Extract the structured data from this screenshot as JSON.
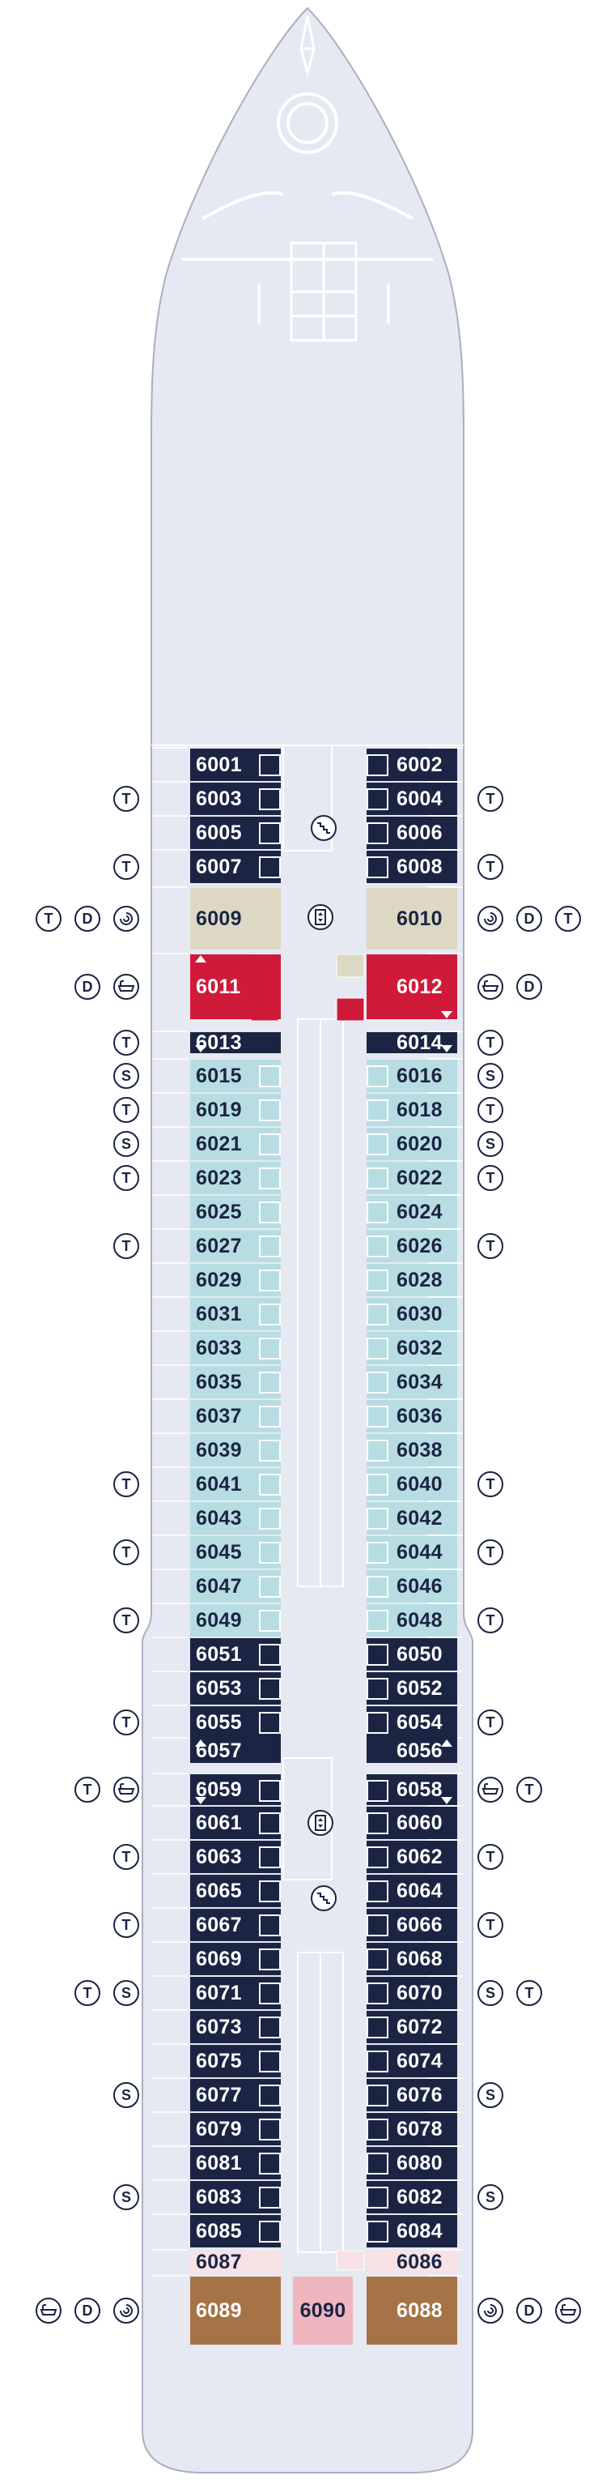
{
  "colors": {
    "navy": "#1b2543",
    "light_blue": "#b7dde2",
    "beige": "#ddd8c4",
    "red": "#d01a3a",
    "light_pink": "#f8e2e5",
    "pink": "#efb6c0",
    "brown": "#a57346",
    "hull": "#e6e9f1",
    "outline": "#a9afc2"
  },
  "legend_icons": {
    "T": "third-berth-symbol",
    "S": "sofa-bed-symbol",
    "D": "connecting-door-symbol",
    "bath": "bathtub-icon",
    "spa": "spa-swirl-icon"
  },
  "icon_letters": {
    "T": "T",
    "S": "S",
    "D": "D"
  },
  "facilities": {
    "elevators": "elevator-icon",
    "stairs": "stairs-icon"
  },
  "cabins": [
    {
      "n": "6001",
      "s": "L",
      "row": 0,
      "c": "navy"
    },
    {
      "n": "6003",
      "s": "L",
      "row": 1,
      "c": "navy"
    },
    {
      "n": "6005",
      "s": "L",
      "row": 2,
      "c": "navy"
    },
    {
      "n": "6007",
      "s": "L",
      "row": 3,
      "c": "navy"
    },
    {
      "n": "6009",
      "s": "L",
      "row": 4,
      "c": "beige"
    },
    {
      "n": "6011",
      "s": "L",
      "row": 5,
      "c": "red"
    },
    {
      "n": "6013",
      "s": "L",
      "row": 6,
      "c": "navy"
    },
    {
      "n": "6015",
      "s": "L",
      "row": 7,
      "c": "light_blue"
    },
    {
      "n": "6019",
      "s": "L",
      "row": 8,
      "c": "light_blue"
    },
    {
      "n": "6021",
      "s": "L",
      "row": 9,
      "c": "light_blue"
    },
    {
      "n": "6023",
      "s": "L",
      "row": 10,
      "c": "light_blue"
    },
    {
      "n": "6025",
      "s": "L",
      "row": 11,
      "c": "light_blue"
    },
    {
      "n": "6027",
      "s": "L",
      "row": 12,
      "c": "light_blue"
    },
    {
      "n": "6029",
      "s": "L",
      "row": 13,
      "c": "light_blue"
    },
    {
      "n": "6031",
      "s": "L",
      "row": 14,
      "c": "light_blue"
    },
    {
      "n": "6033",
      "s": "L",
      "row": 15,
      "c": "light_blue"
    },
    {
      "n": "6035",
      "s": "L",
      "row": 16,
      "c": "light_blue"
    },
    {
      "n": "6037",
      "s": "L",
      "row": 17,
      "c": "light_blue"
    },
    {
      "n": "6039",
      "s": "L",
      "row": 18,
      "c": "light_blue"
    },
    {
      "n": "6041",
      "s": "L",
      "row": 19,
      "c": "light_blue"
    },
    {
      "n": "6043",
      "s": "L",
      "row": 20,
      "c": "light_blue"
    },
    {
      "n": "6045",
      "s": "L",
      "row": 21,
      "c": "light_blue"
    },
    {
      "n": "6047",
      "s": "L",
      "row": 22,
      "c": "light_blue"
    },
    {
      "n": "6049",
      "s": "L",
      "row": 23,
      "c": "light_blue"
    },
    {
      "n": "6051",
      "s": "L",
      "row": 24,
      "c": "navy"
    },
    {
      "n": "6053",
      "s": "L",
      "row": 25,
      "c": "navy"
    },
    {
      "n": "6055",
      "s": "L",
      "row": 26,
      "c": "navy"
    },
    {
      "n": "6057",
      "s": "L",
      "row": 27,
      "c": "navy"
    },
    {
      "n": "6059",
      "s": "L",
      "row": 28,
      "c": "navy"
    },
    {
      "n": "6061",
      "s": "L",
      "row": 29,
      "c": "navy"
    },
    {
      "n": "6063",
      "s": "L",
      "row": 30,
      "c": "navy"
    },
    {
      "n": "6065",
      "s": "L",
      "row": 31,
      "c": "navy"
    },
    {
      "n": "6067",
      "s": "L",
      "row": 32,
      "c": "navy"
    },
    {
      "n": "6069",
      "s": "L",
      "row": 33,
      "c": "navy"
    },
    {
      "n": "6071",
      "s": "L",
      "row": 34,
      "c": "navy"
    },
    {
      "n": "6073",
      "s": "L",
      "row": 35,
      "c": "navy"
    },
    {
      "n": "6075",
      "s": "L",
      "row": 36,
      "c": "navy"
    },
    {
      "n": "6077",
      "s": "L",
      "row": 37,
      "c": "navy"
    },
    {
      "n": "6079",
      "s": "L",
      "row": 38,
      "c": "navy"
    },
    {
      "n": "6081",
      "s": "L",
      "row": 39,
      "c": "navy"
    },
    {
      "n": "6083",
      "s": "L",
      "row": 40,
      "c": "navy"
    },
    {
      "n": "6085",
      "s": "L",
      "row": 41,
      "c": "navy"
    },
    {
      "n": "6087",
      "s": "L",
      "row": 42,
      "c": "light_pink"
    },
    {
      "n": "6089",
      "s": "L",
      "row": 43,
      "c": "brown"
    },
    {
      "n": "6002",
      "s": "R",
      "row": 0,
      "c": "navy"
    },
    {
      "n": "6004",
      "s": "R",
      "row": 1,
      "c": "navy"
    },
    {
      "n": "6006",
      "s": "R",
      "row": 2,
      "c": "navy"
    },
    {
      "n": "6008",
      "s": "R",
      "row": 3,
      "c": "navy"
    },
    {
      "n": "6010",
      "s": "R",
      "row": 4,
      "c": "beige"
    },
    {
      "n": "6012",
      "s": "R",
      "row": 5,
      "c": "red"
    },
    {
      "n": "6014",
      "s": "R",
      "row": 6,
      "c": "navy"
    },
    {
      "n": "6016",
      "s": "R",
      "row": 7,
      "c": "light_blue"
    },
    {
      "n": "6018",
      "s": "R",
      "row": 8,
      "c": "light_blue"
    },
    {
      "n": "6020",
      "s": "R",
      "row": 9,
      "c": "light_blue"
    },
    {
      "n": "6022",
      "s": "R",
      "row": 10,
      "c": "light_blue"
    },
    {
      "n": "6024",
      "s": "R",
      "row": 11,
      "c": "light_blue"
    },
    {
      "n": "6026",
      "s": "R",
      "row": 12,
      "c": "light_blue"
    },
    {
      "n": "6028",
      "s": "R",
      "row": 13,
      "c": "light_blue"
    },
    {
      "n": "6030",
      "s": "R",
      "row": 14,
      "c": "light_blue"
    },
    {
      "n": "6032",
      "s": "R",
      "row": 15,
      "c": "light_blue"
    },
    {
      "n": "6034",
      "s": "R",
      "row": 16,
      "c": "light_blue"
    },
    {
      "n": "6036",
      "s": "R",
      "row": 17,
      "c": "light_blue"
    },
    {
      "n": "6038",
      "s": "R",
      "row": 18,
      "c": "light_blue"
    },
    {
      "n": "6040",
      "s": "R",
      "row": 19,
      "c": "light_blue"
    },
    {
      "n": "6042",
      "s": "R",
      "row": 20,
      "c": "light_blue"
    },
    {
      "n": "6044",
      "s": "R",
      "row": 21,
      "c": "light_blue"
    },
    {
      "n": "6046",
      "s": "R",
      "row": 22,
      "c": "light_blue"
    },
    {
      "n": "6048",
      "s": "R",
      "row": 23,
      "c": "light_blue"
    },
    {
      "n": "6050",
      "s": "R",
      "row": 24,
      "c": "navy"
    },
    {
      "n": "6052",
      "s": "R",
      "row": 25,
      "c": "navy"
    },
    {
      "n": "6054",
      "s": "R",
      "row": 26,
      "c": "navy"
    },
    {
      "n": "6056",
      "s": "R",
      "row": 27,
      "c": "navy"
    },
    {
      "n": "6058",
      "s": "R",
      "row": 28,
      "c": "navy"
    },
    {
      "n": "6060",
      "s": "R",
      "row": 29,
      "c": "navy"
    },
    {
      "n": "6062",
      "s": "R",
      "row": 30,
      "c": "navy"
    },
    {
      "n": "6064",
      "s": "R",
      "row": 31,
      "c": "navy"
    },
    {
      "n": "6066",
      "s": "R",
      "row": 32,
      "c": "navy"
    },
    {
      "n": "6068",
      "s": "R",
      "row": 33,
      "c": "navy"
    },
    {
      "n": "6070",
      "s": "R",
      "row": 34,
      "c": "navy"
    },
    {
      "n": "6072",
      "s": "R",
      "row": 35,
      "c": "navy"
    },
    {
      "n": "6074",
      "s": "R",
      "row": 36,
      "c": "navy"
    },
    {
      "n": "6076",
      "s": "R",
      "row": 37,
      "c": "navy"
    },
    {
      "n": "6078",
      "s": "R",
      "row": 38,
      "c": "navy"
    },
    {
      "n": "6080",
      "s": "R",
      "row": 39,
      "c": "navy"
    },
    {
      "n": "6082",
      "s": "R",
      "row": 40,
      "c": "navy"
    },
    {
      "n": "6084",
      "s": "R",
      "row": 41,
      "c": "navy"
    },
    {
      "n": "6086",
      "s": "R",
      "row": 42,
      "c": "light_pink"
    },
    {
      "n": "6088",
      "s": "R",
      "row": 43,
      "c": "brown"
    },
    {
      "n": "6090",
      "s": "C",
      "row": 43,
      "c": "pink"
    }
  ],
  "cabin_markers": [
    {
      "n": "6011",
      "dir": "up"
    },
    {
      "n": "6012",
      "dir": "down"
    },
    {
      "n": "6013",
      "dir": "down"
    },
    {
      "n": "6014",
      "dir": "down"
    },
    {
      "n": "6057",
      "dir": "up"
    },
    {
      "n": "6056",
      "dir": "up"
    },
    {
      "n": "6059",
      "dir": "down"
    },
    {
      "n": "6058",
      "dir": "down"
    }
  ],
  "annotations": [
    {
      "row": 1,
      "s": "L",
      "icons": [
        "T"
      ]
    },
    {
      "row": 1,
      "s": "R",
      "icons": [
        "T"
      ]
    },
    {
      "row": 3,
      "s": "L",
      "icons": [
        "T"
      ]
    },
    {
      "row": 3,
      "s": "R",
      "icons": [
        "T"
      ]
    },
    {
      "row": 4,
      "s": "L",
      "icons": [
        "T",
        "D",
        "spa"
      ]
    },
    {
      "row": 4,
      "s": "R",
      "icons": [
        "spa",
        "D",
        "T"
      ]
    },
    {
      "row": 5,
      "s": "L",
      "icons": [
        "D",
        "bath"
      ]
    },
    {
      "row": 5,
      "s": "R",
      "icons": [
        "bath",
        "D"
      ]
    },
    {
      "row": 6,
      "s": "L",
      "icons": [
        "T"
      ]
    },
    {
      "row": 6,
      "s": "R",
      "icons": [
        "T"
      ]
    },
    {
      "row": 7,
      "s": "L",
      "icons": [
        "S"
      ]
    },
    {
      "row": 7,
      "s": "R",
      "icons": [
        "S"
      ]
    },
    {
      "row": 8,
      "s": "L",
      "icons": [
        "T"
      ]
    },
    {
      "row": 8,
      "s": "R",
      "icons": [
        "T"
      ]
    },
    {
      "row": 9,
      "s": "L",
      "icons": [
        "S"
      ]
    },
    {
      "row": 9,
      "s": "R",
      "icons": [
        "S"
      ]
    },
    {
      "row": 10,
      "s": "L",
      "icons": [
        "T"
      ]
    },
    {
      "row": 10,
      "s": "R",
      "icons": [
        "T"
      ]
    },
    {
      "row": 12,
      "s": "L",
      "icons": [
        "T"
      ]
    },
    {
      "row": 12,
      "s": "R",
      "icons": [
        "T"
      ]
    },
    {
      "row": 19,
      "s": "L",
      "icons": [
        "T"
      ]
    },
    {
      "row": 19,
      "s": "R",
      "icons": [
        "T"
      ]
    },
    {
      "row": 21,
      "s": "L",
      "icons": [
        "T"
      ]
    },
    {
      "row": 21,
      "s": "R",
      "icons": [
        "T"
      ]
    },
    {
      "row": 23,
      "s": "L",
      "icons": [
        "T"
      ]
    },
    {
      "row": 23,
      "s": "R",
      "icons": [
        "T"
      ]
    },
    {
      "row": 26,
      "s": "L",
      "icons": [
        "T"
      ]
    },
    {
      "row": 26,
      "s": "R",
      "icons": [
        "T"
      ]
    },
    {
      "row": 28,
      "s": "L",
      "icons": [
        "T",
        "bath"
      ]
    },
    {
      "row": 28,
      "s": "R",
      "icons": [
        "bath",
        "T"
      ]
    },
    {
      "row": 30,
      "s": "L",
      "icons": [
        "T"
      ]
    },
    {
      "row": 30,
      "s": "R",
      "icons": [
        "T"
      ]
    },
    {
      "row": 32,
      "s": "L",
      "icons": [
        "T"
      ]
    },
    {
      "row": 32,
      "s": "R",
      "icons": [
        "T"
      ]
    },
    {
      "row": 34,
      "s": "L",
      "icons": [
        "T",
        "S"
      ]
    },
    {
      "row": 34,
      "s": "R",
      "icons": [
        "S",
        "T"
      ]
    },
    {
      "row": 37,
      "s": "L",
      "icons": [
        "S"
      ]
    },
    {
      "row": 37,
      "s": "R",
      "icons": [
        "S"
      ]
    },
    {
      "row": 40,
      "s": "L",
      "icons": [
        "S"
      ]
    },
    {
      "row": 40,
      "s": "R",
      "icons": [
        "S"
      ]
    },
    {
      "row": 43,
      "s": "L",
      "icons": [
        "bath",
        "D",
        "spa"
      ]
    },
    {
      "row": 43,
      "s": "R",
      "icons": [
        "spa",
        "D",
        "bath"
      ]
    }
  ]
}
